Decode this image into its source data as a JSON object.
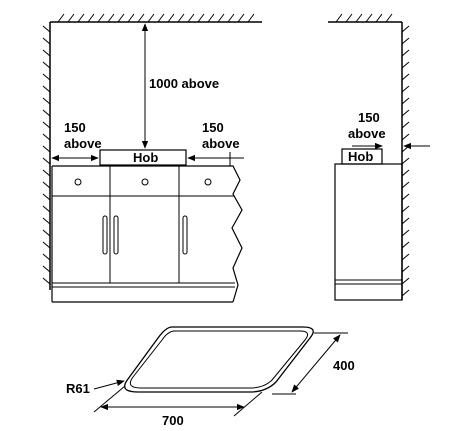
{
  "labels": {
    "top_clearance": "1000 above",
    "left_gap_value": "150",
    "left_gap_word": "above",
    "right_gap_value": "150",
    "right_gap_word": "above",
    "hob_front": "Hob",
    "side_gap_value": "150",
    "side_gap_word": "above",
    "hob_side": "Hob",
    "cutout_depth": "400",
    "cutout_width": "700",
    "corner_radius": "R61"
  },
  "colors": {
    "line": "#000000",
    "background": "#ffffff"
  }
}
